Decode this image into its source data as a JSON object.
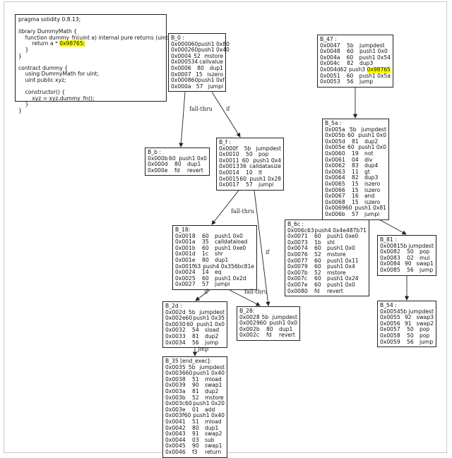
{
  "source": {
    "lines": [
      {
        "text": "pragma solidity 0.8.13;"
      },
      {
        "text": ""
      },
      {
        "text": "library DummyMath {"
      },
      {
        "text": "    function dummy_fn(uint a) internal pure returns (uint) {"
      },
      {
        "text": "        return a * ",
        "hl": "0x98765;"
      },
      {
        "text": "    }"
      },
      {
        "text": "}"
      },
      {
        "text": ""
      },
      {
        "text": "contract dummy {"
      },
      {
        "text": "    using DummyMath for uint;"
      },
      {
        "text": "    uint public xyz;"
      },
      {
        "text": ""
      },
      {
        "text": "    constructor() {"
      },
      {
        "text": "        xyz = xyz.dummy_fn();"
      },
      {
        "text": "    }"
      },
      {
        "text": "}"
      }
    ]
  },
  "blocks": [
    {
      "id": "B_0",
      "title": "B_0 :",
      "rows": [
        [
          "0x0000",
          "60",
          "push1 0x80"
        ],
        [
          "0x0002",
          "60",
          "push1 0x40"
        ],
        [
          "0x0004",
          "52",
          "mstore"
        ],
        [
          "0x0005",
          "34",
          "callvalue"
        ],
        [
          "0x0006",
          "80",
          "dup1"
        ],
        [
          "0x0007",
          "15",
          "iszero"
        ],
        [
          "0x0008",
          "60",
          "push1 0xf"
        ],
        [
          "0x000a",
          "57",
          "jumpi"
        ]
      ]
    },
    {
      "id": "B_b",
      "title": "B_b :",
      "rows": [
        [
          "0x000b",
          "60",
          "push1 0x0"
        ],
        [
          "0x000d",
          "80",
          "dup1"
        ],
        [
          "0x000e",
          "fd",
          "revert"
        ]
      ]
    },
    {
      "id": "B_f",
      "title": "B_f :",
      "rows": [
        [
          "0x000f",
          "5b",
          "jumpdest"
        ],
        [
          "0x0010",
          "50",
          "pop"
        ],
        [
          "0x0011",
          "60",
          "push1 0x4"
        ],
        [
          "0x0013",
          "36",
          "calldatasize"
        ],
        [
          "0x0014",
          "10",
          "lt"
        ],
        [
          "0x0015",
          "60",
          "push1 0x28"
        ],
        [
          "0x0017",
          "57",
          "jumpi"
        ]
      ]
    },
    {
      "id": "B_18",
      "title": "B_18:",
      "rows": [
        [
          "0x0018",
          "60",
          "push1 0x0"
        ],
        [
          "0x001a",
          "35",
          "calldataload"
        ],
        [
          "0x001b",
          "60",
          "push1 0xe0"
        ],
        [
          "0x001d",
          "1c",
          "shr"
        ],
        [
          "0x001e",
          "80",
          "dup1"
        ],
        [
          "0x001f",
          "63",
          "push4 0x356bc81e"
        ],
        [
          "0x0024",
          "14",
          "eq"
        ],
        [
          "0x0025",
          "60",
          "push1 0x2d"
        ],
        [
          "0x0027",
          "57",
          "jumpi"
        ]
      ]
    },
    {
      "id": "B_2d",
      "title": "B_2d :",
      "rows": [
        [
          "0x002d",
          "5b",
          "jumpdest"
        ],
        [
          "0x002e",
          "60",
          "push1 0x35"
        ],
        [
          "0x0030",
          "60",
          "push1 0x0"
        ],
        [
          "0x0032",
          "54",
          "sload"
        ],
        [
          "0x0033",
          "81",
          "dup2"
        ],
        [
          "0x0034",
          "56",
          "jump"
        ]
      ]
    },
    {
      "id": "B_28",
      "title": "B_28:",
      "rows": [
        [
          "0x0028",
          "5b",
          "jumpdest"
        ],
        [
          "0x0029",
          "60",
          "push1 0x0"
        ],
        [
          "0x002b",
          "80",
          "dup1"
        ],
        [
          "0x002c",
          "fd",
          "revert"
        ]
      ]
    },
    {
      "id": "B_35",
      "title": "B_35 [end_exec]:",
      "rows": [
        [
          "0x0035",
          "5b",
          "jumpdest"
        ],
        [
          "0x0036",
          "60",
          "push1 0x40"
        ],
        [
          "0x0038",
          "51",
          "mload"
        ],
        [
          "0x0039",
          "90",
          "swap1"
        ],
        [
          "0x003a",
          "81",
          "dup2"
        ],
        [
          "0x003b",
          "52",
          "mstore"
        ],
        [
          "0x003c",
          "60",
          "push1 0x20"
        ],
        [
          "0x003e",
          "01",
          "add"
        ],
        [
          "0x003f",
          "60",
          "push1 0x40"
        ],
        [
          "0x0041",
          "51",
          "mload"
        ],
        [
          "0x0042",
          "80",
          "dup1"
        ],
        [
          "0x0043",
          "91",
          "swap2"
        ],
        [
          "0x0044",
          "03",
          "sub"
        ],
        [
          "0x0045",
          "90",
          "swap1"
        ],
        [
          "0x0046",
          "f3",
          "return"
        ]
      ]
    },
    {
      "id": "B_47",
      "title": "B_47 :",
      "rows": [
        [
          "0x0047",
          "5b",
          "jumpdest"
        ],
        [
          "0x0048",
          "60",
          "push1 0x0"
        ],
        [
          "0x004a",
          "60",
          "push1 0x54"
        ],
        [
          "0x004c",
          "82",
          "dup3"
        ],
        [
          "0x004d",
          "62",
          "push3 ",
          "0x98765"
        ],
        [
          "0x0051",
          "60",
          "push1 0x5a"
        ],
        [
          "0x0053",
          "56",
          "jump"
        ]
      ]
    },
    {
      "id": "B_5a",
      "title": "B_5a :",
      "rows": [
        [
          "0x005a",
          "5b",
          "jumpdest"
        ],
        [
          "0x005b",
          "60",
          "push1 0x0"
        ],
        [
          "0x005d",
          "81",
          "dup2"
        ],
        [
          "0x005e",
          "60",
          "push1 0x0"
        ],
        [
          "0x0060",
          "19",
          "not"
        ],
        [
          "0x0061",
          "04",
          "div"
        ],
        [
          "0x0062",
          "83",
          "dup4"
        ],
        [
          "0x0063",
          "11",
          "gt"
        ],
        [
          "0x0064",
          "82",
          "dup3"
        ],
        [
          "0x0065",
          "15",
          "iszero"
        ],
        [
          "0x0066",
          "15",
          "iszero"
        ],
        [
          "0x0067",
          "16",
          "and"
        ],
        [
          "0x0068",
          "15",
          "iszero"
        ],
        [
          "0x0069",
          "60",
          "push1 0x81"
        ],
        [
          "0x006b",
          "57",
          "jumpi"
        ]
      ]
    },
    {
      "id": "B_6c",
      "title": "B_6c :",
      "rows": [
        [
          "0x006c",
          "63",
          "push4 0x4e487b71"
        ],
        [
          "0x0071",
          "60",
          "push1 0xe0"
        ],
        [
          "0x0073",
          "1b",
          "shl"
        ],
        [
          "0x0074",
          "60",
          "push1 0x0"
        ],
        [
          "0x0076",
          "52",
          "mstore"
        ],
        [
          "0x0077",
          "60",
          "push1 0x11"
        ],
        [
          "0x0079",
          "60",
          "push1 0x4"
        ],
        [
          "0x007b",
          "52",
          "mstore"
        ],
        [
          "0x007c",
          "60",
          "push1 0x24"
        ],
        [
          "0x007e",
          "60",
          "push1 0x0"
        ],
        [
          "0x0080",
          "fd",
          "revert"
        ]
      ]
    },
    {
      "id": "B_81",
      "title": "B_81 :",
      "rows": [
        [
          "0x0081",
          "5b",
          "jumpdest"
        ],
        [
          "0x0082",
          "50",
          "pop"
        ],
        [
          "0x0083",
          "02",
          "mul"
        ],
        [
          "0x0084",
          "90",
          "swap1"
        ],
        [
          "0x0085",
          "56",
          "jump"
        ]
      ]
    },
    {
      "id": "B_54",
      "title": "B_54 :",
      "rows": [
        [
          "0x0054",
          "5b",
          "jumpdest"
        ],
        [
          "0x0055",
          "92",
          "swap3"
        ],
        [
          "0x0056",
          "91",
          "swap2"
        ],
        [
          "0x0057",
          "50",
          "pop"
        ],
        [
          "0x0058",
          "50",
          "pop"
        ],
        [
          "0x0059",
          "56",
          "jump"
        ]
      ]
    }
  ],
  "edges": [
    {
      "from": "B_0",
      "to": "B_b",
      "label": "fall-thru"
    },
    {
      "from": "B_0",
      "to": "B_f",
      "label": "if"
    },
    {
      "from": "B_f",
      "to": "B_18",
      "label": "fall-thru"
    },
    {
      "from": "B_f",
      "to": "B_28",
      "label": "if"
    },
    {
      "from": "B_18",
      "to": "B_2d",
      "label": "if"
    },
    {
      "from": "B_18",
      "to": "B_28",
      "label": "fall-thru"
    },
    {
      "from": "B_2d",
      "to": "B_35",
      "label": "jmp"
    },
    {
      "from": "B_47",
      "to": "B_5a",
      "label": ""
    },
    {
      "from": "B_5a",
      "to": "B_6c",
      "label": ""
    },
    {
      "from": "B_5a",
      "to": "B_81",
      "label": ""
    },
    {
      "from": "B_81",
      "to": "B_54",
      "label": ""
    }
  ]
}
